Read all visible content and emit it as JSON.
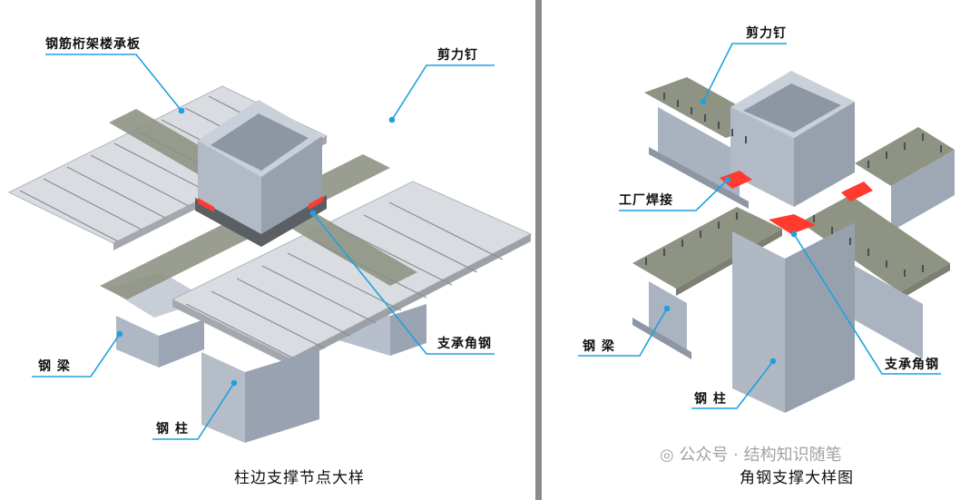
{
  "left": {
    "labels": {
      "deck": "钢筋桁架楼承板",
      "shear_stud": "剪力钉",
      "angle": "支承角钢",
      "beam": "钢 梁",
      "column": "钢 柱"
    },
    "caption": "柱边支撑节点大样"
  },
  "right": {
    "labels": {
      "shear_stud": "剪力钉",
      "weld": "工厂焊接",
      "beam": "钢 梁",
      "angle": "支承角钢",
      "column": "钢 柱"
    },
    "caption": "角钢支撑大样图"
  },
  "watermark": {
    "text": "公众号 · 结构知识随笔"
  },
  "colors": {
    "leader": "#1da1e0",
    "steel": "#aeb7c4",
    "concrete": "#8e9384",
    "weld": "#ff3b2f",
    "divider": "#8a8a8a"
  }
}
